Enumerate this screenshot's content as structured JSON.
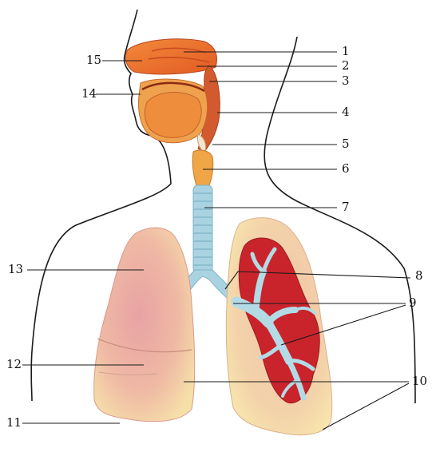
{
  "labels": {
    "n1": "1",
    "n2": "2",
    "n3": "3",
    "n4": "4",
    "n5": "5",
    "n6": "6",
    "n7": "7",
    "n8": "8",
    "n9": "9",
    "n10": "10",
    "n11": "11",
    "n12": "12",
    "n13": "13",
    "n14": "14",
    "n15": "15"
  },
  "colors": {
    "outline": "#1a1a1a",
    "nasal_cavity": "#e8582a",
    "mouth_tongue": "#ee8b3a",
    "pharynx": "#d2572c",
    "larynx": "#f0a546",
    "trachea": "#a9d3e1",
    "lung_light": "#f2c5a6",
    "lung_pink": "#e9a6a6",
    "bronchial_tree": "#b3dbe6",
    "lung_section_red": "#c9242c"
  },
  "icons": [
    "respiratory-system-illustration"
  ]
}
